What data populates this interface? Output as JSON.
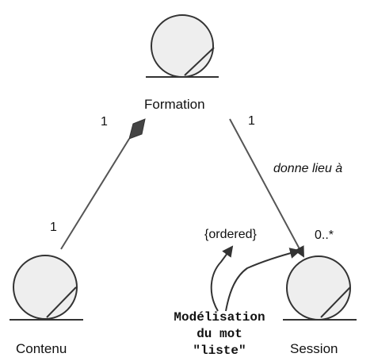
{
  "entities": {
    "formation": "Formation",
    "contenu": "Contenu",
    "session": "Session"
  },
  "associations": {
    "composition": {
      "multiplicity_formation": "1",
      "multiplicity_contenu": "1"
    },
    "generation": {
      "multiplicity_formation": "1",
      "role": "donne lieu à",
      "multiplicity_session": "0..*",
      "constraint": "{ordered}"
    }
  },
  "note": {
    "line1": "Modélisation",
    "line2": "du mot",
    "line3": "\"liste\""
  }
}
